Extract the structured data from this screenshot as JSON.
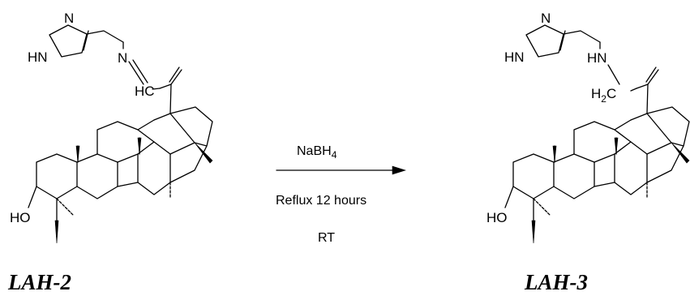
{
  "compounds": [
    {
      "label": "LAH-2",
      "atoms": {
        "ring_n": "N",
        "ring_nh": "HN",
        "imine_n": "N",
        "imine_c": "HC",
        "hydroxyl": "HO"
      }
    },
    {
      "label": "LAH-3",
      "atoms": {
        "ring_n": "N",
        "ring_nh": "HN",
        "amine_nh": "HN",
        "methylene_main": "H",
        "methylene_sub": "2",
        "methylene_c": "C",
        "hydroxyl": "HO"
      }
    }
  ],
  "reaction": {
    "reagent_main": "NaBH",
    "reagent_sub": "4",
    "time_conditions": "Reflux 12 hours",
    "temperature": "RT"
  },
  "colors": {
    "ink": "#000000",
    "background": "#ffffff"
  }
}
